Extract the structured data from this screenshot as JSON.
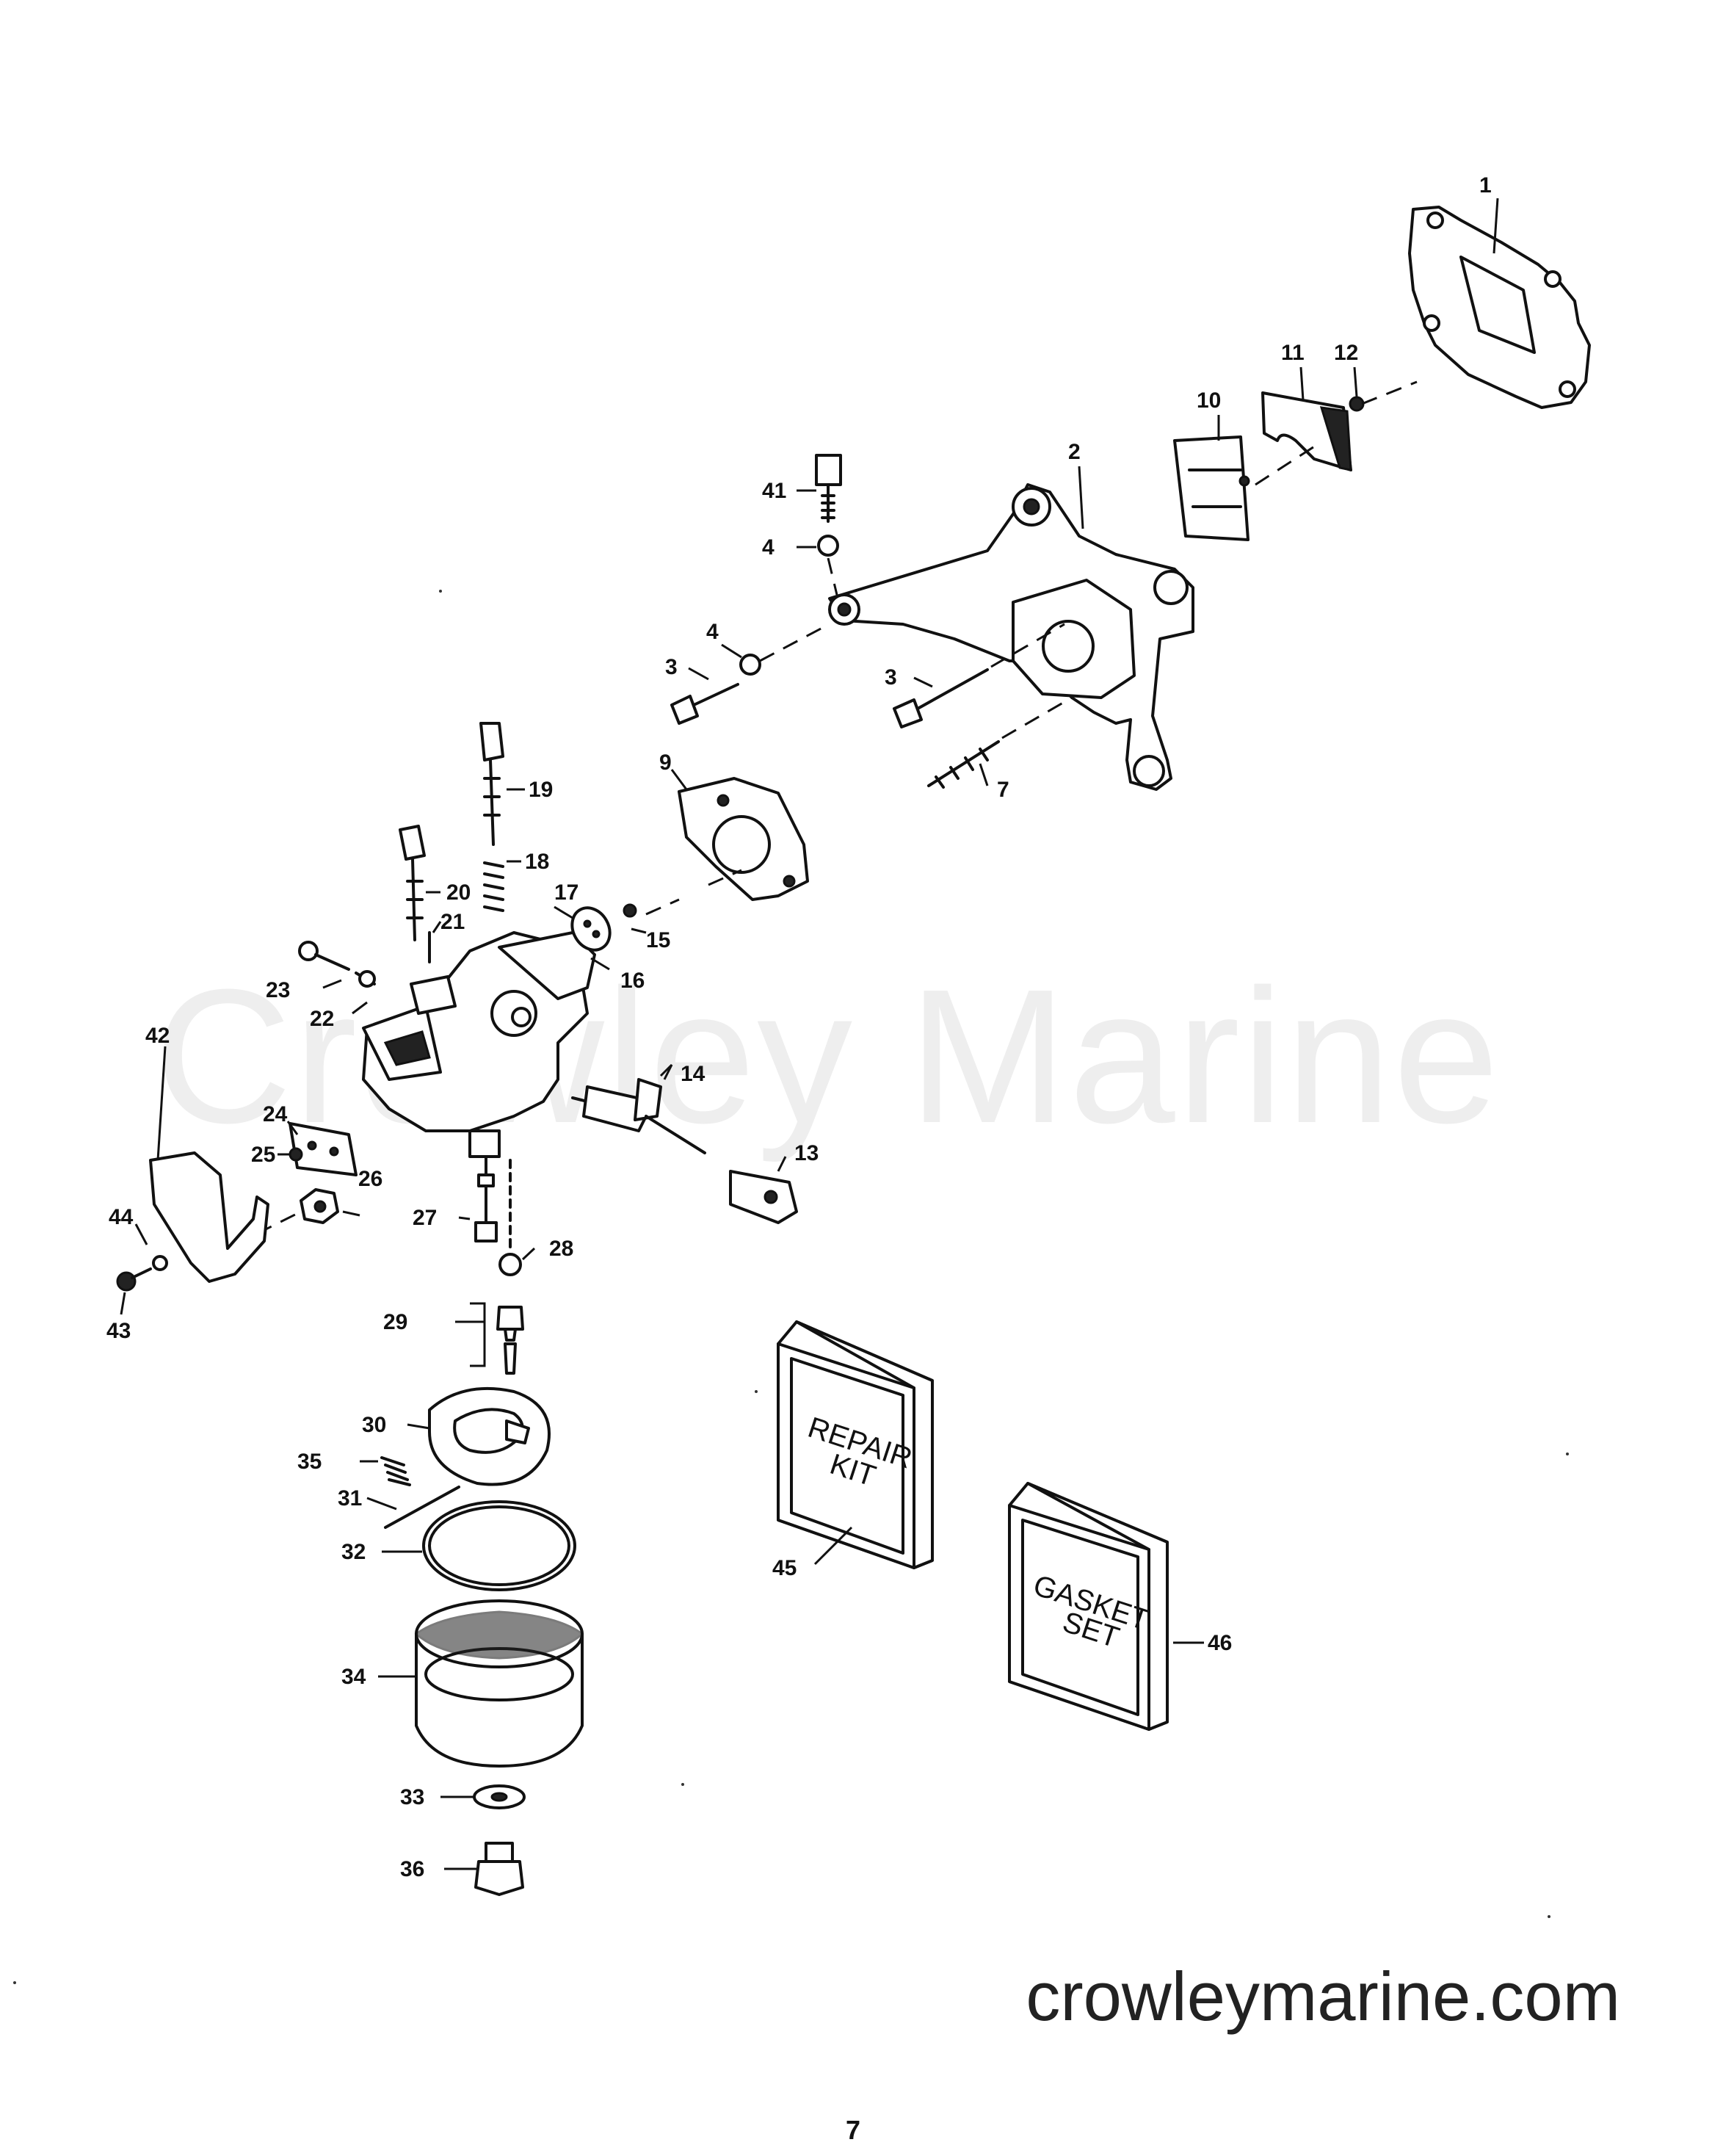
{
  "watermark": "Crowley Marine",
  "site_url": "crowleymarine.com",
  "page_number": "7",
  "kits": {
    "repair_kit": [
      "REPAIR",
      "KIT"
    ],
    "gasket_set": [
      "GASKET",
      "SET"
    ]
  },
  "callouts": {
    "c1": "1",
    "c2": "2",
    "c3a": "3",
    "c3b": "3",
    "c4a": "4",
    "c4b": "4",
    "c7": "7",
    "c9": "9",
    "c10": "10",
    "c11": "11",
    "c12": "12",
    "c13": "13",
    "c14": "14",
    "c15": "15",
    "c16": "16",
    "c17": "17",
    "c18": "18",
    "c19": "19",
    "c20": "20",
    "c21": "21",
    "c22": "22",
    "c23": "23",
    "c24": "24",
    "c25": "25",
    "c26": "26",
    "c27": "27",
    "c28": "28",
    "c29": "29",
    "c30": "30",
    "c31": "31",
    "c32": "32",
    "c33": "33",
    "c34": "34",
    "c35": "35",
    "c36": "36",
    "c41": "41",
    "c42": "42",
    "c43": "43",
    "c44": "44",
    "c45": "45",
    "c46": "46"
  }
}
